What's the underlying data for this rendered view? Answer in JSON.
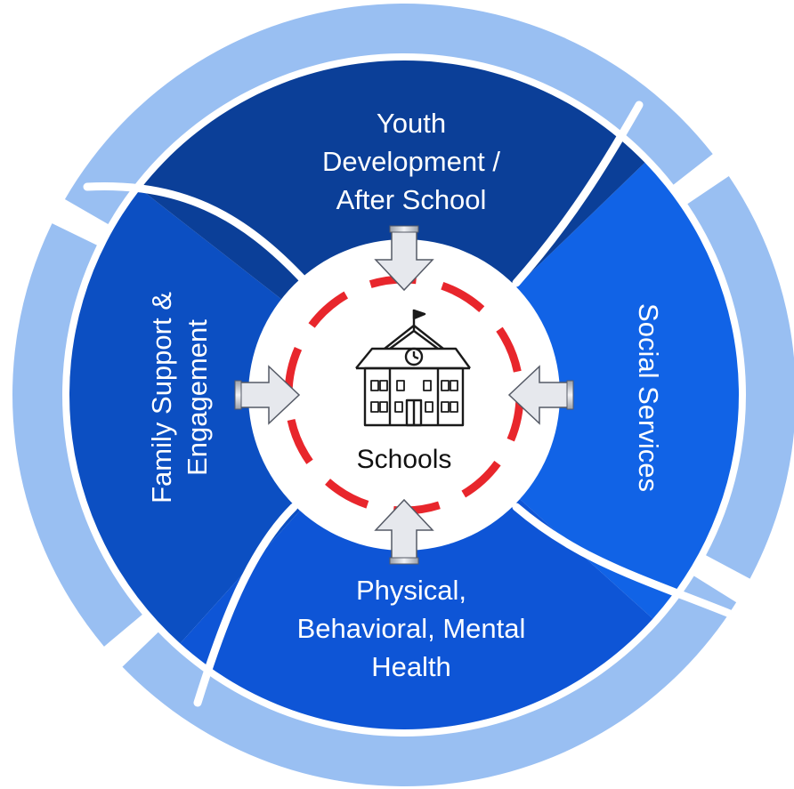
{
  "center": {
    "label": "Schools",
    "icon": "school-building-icon"
  },
  "segments": {
    "top": {
      "lines": [
        "Youth",
        "Development /",
        "After School"
      ]
    },
    "right": {
      "lines": [
        "Social Services"
      ]
    },
    "bottom": {
      "lines": [
        "Physical,",
        "Behavioral, Mental",
        "Health"
      ]
    },
    "left": {
      "lines": [
        "Family Support &",
        "Engagement"
      ]
    }
  },
  "colors": {
    "outer_ring": "#99bff2",
    "segment_top": "#0b3f98",
    "segment_right": "#1163e6",
    "segment_bottom": "#0e55d6",
    "segment_left": "#0c4fc2",
    "dashed_ring": "#e8262c",
    "arrow_fill": "#e6e8ed",
    "arrow_stroke": "#555a66"
  }
}
